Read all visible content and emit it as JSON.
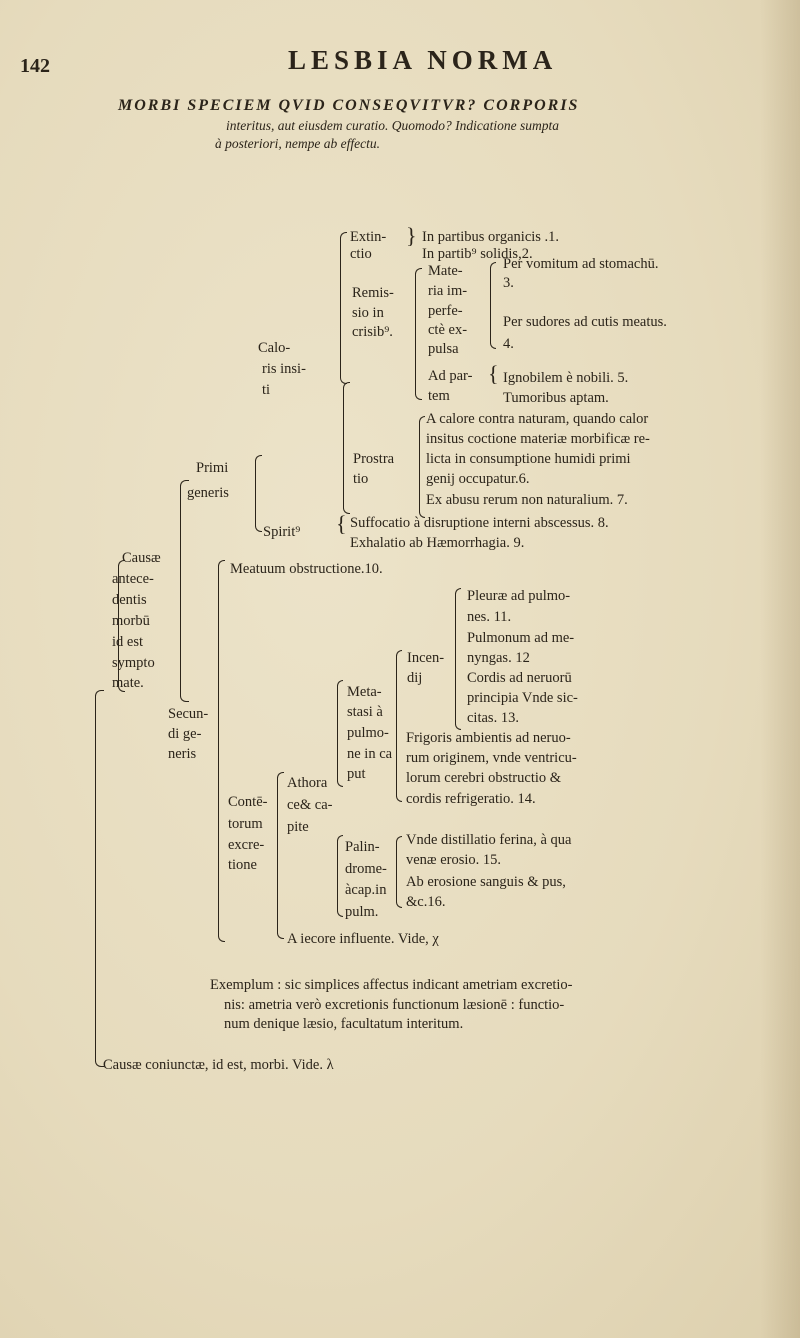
{
  "header": {
    "page_number": "142",
    "running_title": "LESBIA NORMA"
  },
  "title": {
    "line1": "MORBI SPECIEM QVID CONSEQVITVR? CORPORIS",
    "line2": "interitus, aut eiusdem curatio. Quomodo? Indicatione sumpta",
    "line3": "à posteriori, nempe ab effectu."
  },
  "diagram": {
    "root": [
      "Causæ",
      "antece-",
      "dentis",
      "morbū",
      "id est",
      "sympto",
      "mate."
    ],
    "primi": [
      "Primi",
      "generis"
    ],
    "secundi": [
      "Secun-",
      "di ge-",
      "neris"
    ],
    "caloris": [
      "Calo-",
      "ris insi-",
      "ti"
    ],
    "extinctio": [
      "Extin-",
      "ctio"
    ],
    "extinctio_items": [
      "In partibus organicis .1.",
      "In partib⁹ solidis,2."
    ],
    "remissio": [
      "Remis-",
      "sio in",
      "crisib⁹."
    ],
    "materia": [
      "Mate-",
      "ria im-",
      "perfe-",
      "ctè ex-",
      "pulsa"
    ],
    "materia_items": [
      "Per vomitum ad stomachū.",
      "3.",
      "Per sudores ad cutis meatus.",
      "4."
    ],
    "ad_partem": [
      "Ad par-",
      "tem"
    ],
    "ad_partem_items": [
      "Ignobilem è nobili. 5.",
      "Tumoribus aptam."
    ],
    "prostratio": [
      "Prostra",
      "tio"
    ],
    "prostratio_items": [
      "A calore contra naturam, quando calor",
      "insitus coctione materiæ morbificæ re-",
      "licta in consumptione humidi primi",
      "genij occupatur.6.",
      "Ex abusu rerum non naturalium. 7."
    ],
    "spiritus": "Spirit⁹",
    "spiritus_items": [
      "Suffocatio à disruptione interni abscessus. 8.",
      "Exhalatio ab Hæmorrhagia. 9."
    ],
    "meatuum": "Meatuum obstructione.10.",
    "contentorum": [
      "Contē-",
      "torum",
      "excre-",
      "tione"
    ],
    "athorace": [
      "Athora",
      "ce& ca-",
      "pite"
    ],
    "metastasi": [
      "Meta-",
      "stasi à",
      "pulmo-",
      "ne in ca",
      "put"
    ],
    "incendij": [
      "Incen-",
      "dij"
    ],
    "incendij_items": [
      "Pleuræ ad pulmo-",
      "nes. 11.",
      "Pulmonum ad me-",
      "nyngas. 12",
      "Cordis ad neruorū",
      "principia Vnde sic-",
      "citas. 13."
    ],
    "frigoris": [
      "Frigoris ambientis ad neruo-",
      "rum originem, vnde ventricu-",
      "lorum cerebri obstructio &",
      "cordis refrigeratio. 14."
    ],
    "palindrome": [
      "Palin-",
      "drome-",
      "àcap.in",
      "pulm."
    ],
    "palindrome_items": [
      "Vnde distillatio ferina, à qua",
      "venæ erosio. 15.",
      "Ab erosione sanguis & pus,",
      "&c.16."
    ],
    "iecore": "A iecore influente. Vide, χ"
  },
  "exemplum": [
    "Exemplum : sic simplices affectus indicant ametriam excretio-",
    "nis: ametria verò excretionis functionum læsionē : functio-",
    "num denique læsio, facultatum interitum."
  ],
  "footer": "Causæ coniunctæ, id est, morbi. Vide. λ"
}
